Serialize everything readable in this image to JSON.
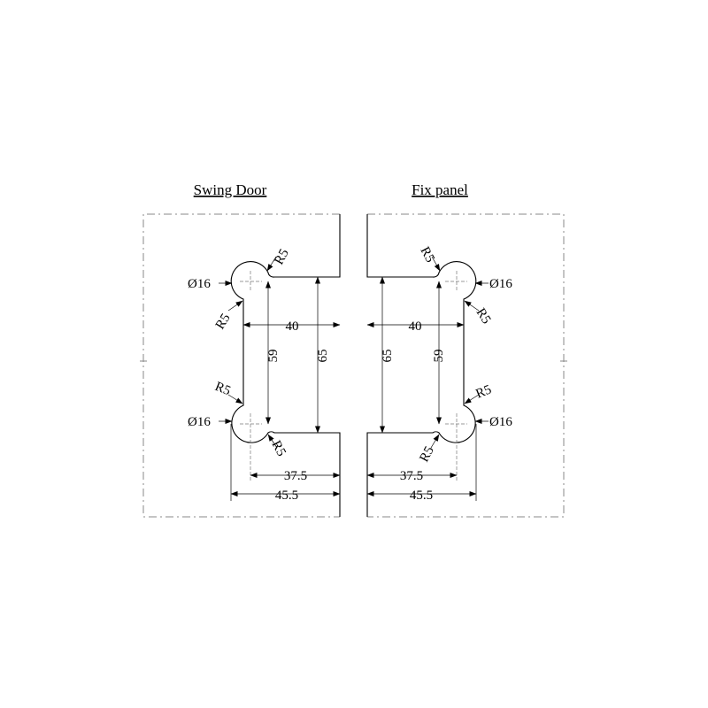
{
  "titles": {
    "left": "Swing Door",
    "right": "Fix panel"
  },
  "dimensions": {
    "radius": "R5",
    "diameter": "Ø16",
    "width_40": "40",
    "height_59": "59",
    "height_65": "65",
    "width_37_5": "37.5",
    "width_45_5": "45.5"
  }
}
